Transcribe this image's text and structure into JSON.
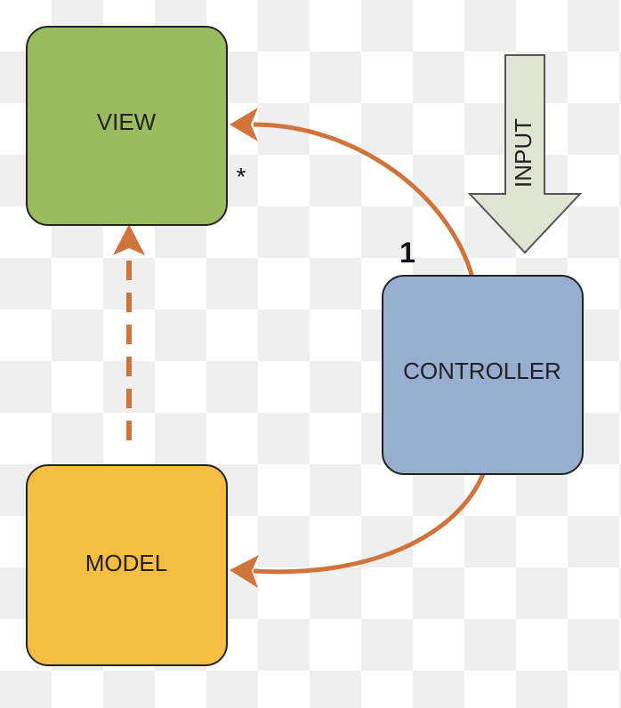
{
  "nodes": {
    "view": {
      "label": "VIEW",
      "color": "#9bbb5f"
    },
    "model": {
      "label": "MODEL",
      "color": "#f5be43"
    },
    "controller": {
      "label": "CONTROLLER",
      "color": "#98aed0"
    }
  },
  "input_arrow": {
    "label": "INPUT",
    "color": "#e0e4d2"
  },
  "multiplicity": {
    "view_end": "*",
    "controller_end": "1"
  },
  "colors": {
    "connector": "#d0743b",
    "border": "#222222"
  }
}
